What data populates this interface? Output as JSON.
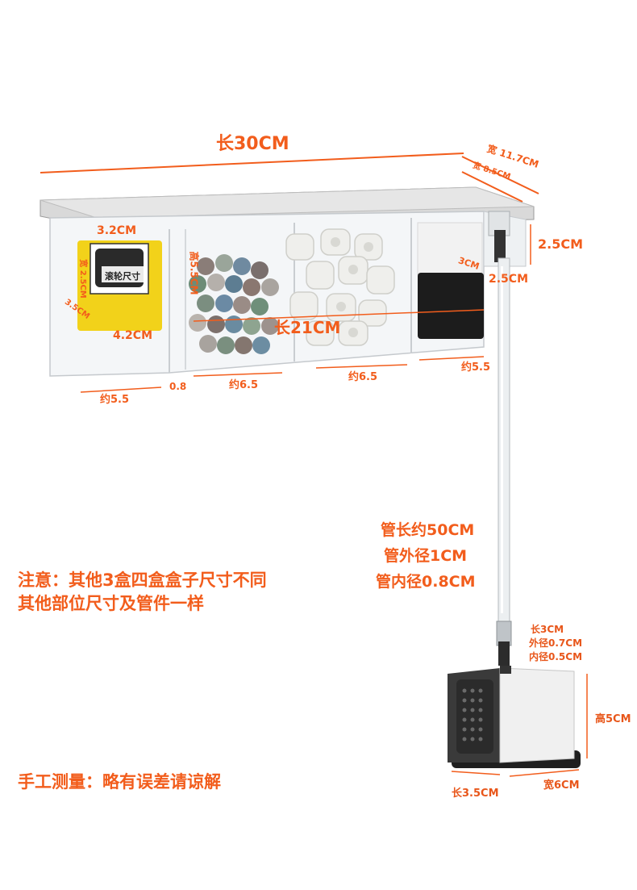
{
  "dimensions": {
    "total_length": "长30CM",
    "width_outer": "宽 11.7CM",
    "width_inner": "宽 8.5CM",
    "height_side": "2.5CM",
    "inner_box_3cm": "3CM",
    "inner_box_2_5cm": "2.5CM",
    "roller_box_width": "3.2CM",
    "roller_width_vertical": "宽 2.5CM",
    "roller_label": "滚轮尺寸",
    "roller_depth": "3.5CM",
    "roller_bottom": "4.2CM",
    "chamber_height": "高5.5CM",
    "inner_length": "长21CM",
    "seg1": "约5.5",
    "seg_gap": "0.8",
    "seg2": "约6.5",
    "seg3": "约6.5",
    "seg4": "约5.5"
  },
  "tube": {
    "length": "管长约50CM",
    "outer_diameter": "管外径1CM",
    "inner_diameter": "管内径0.8CM"
  },
  "pump": {
    "connector_length": "长3CM",
    "connector_outer": "外径0.7CM",
    "connector_inner": "内径0.5CM",
    "height": "高5CM",
    "length": "长3.5CM",
    "width": "宽6CM"
  },
  "notes": {
    "line1": "注意：其他3盒四盒盒子尺寸不同",
    "line2": "其他部位尺寸及管件一样",
    "line3": "手工测量：略有误差请谅解"
  },
  "colors": {
    "accent": "#f25d1c",
    "sponge_yellow": "#f2d21a",
    "sponge_black": "#1c1c1c"
  }
}
